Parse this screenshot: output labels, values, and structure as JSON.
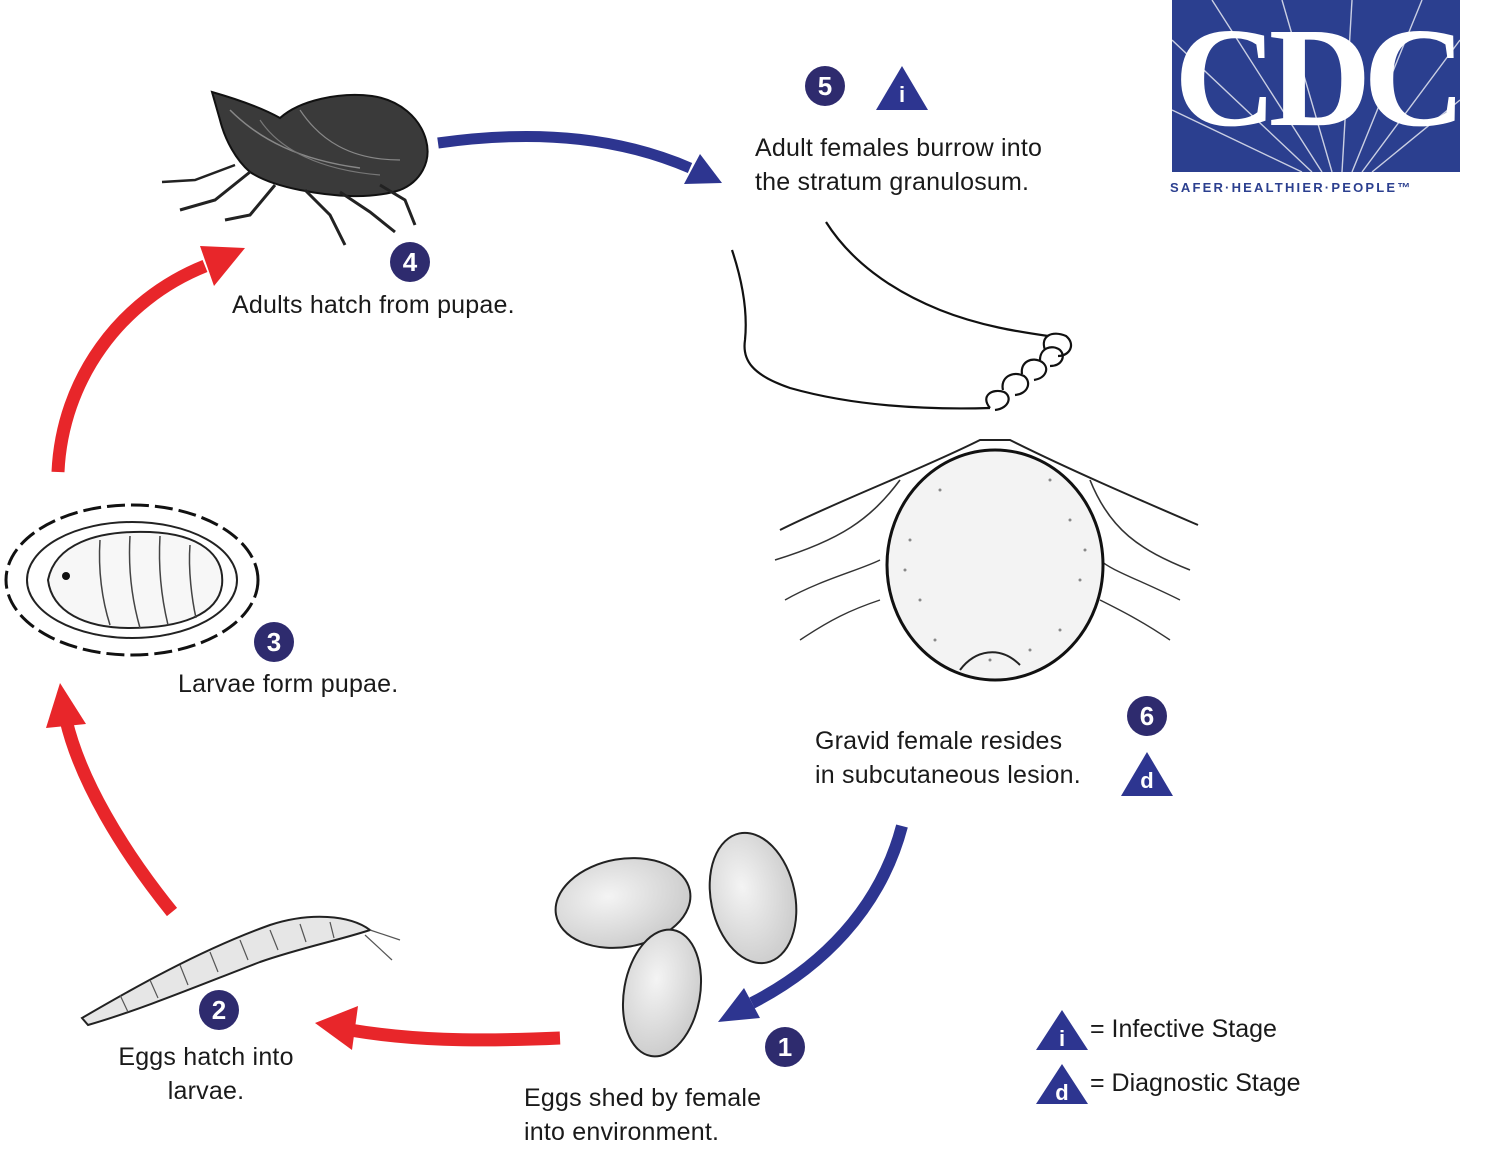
{
  "logo": {
    "text": "CDC",
    "tagline": "SAFER·HEALTHIER·PEOPLE™",
    "color": "#2b3f8f"
  },
  "colors": {
    "badge": "#2e2b6e",
    "host_arrow": "#2d3590",
    "environment_arrow": "#e8262a"
  },
  "stages": [
    {
      "number": "1",
      "lines": [
        "Eggs shed by female",
        "into environment."
      ]
    },
    {
      "number": "2",
      "lines": [
        "Eggs hatch into",
        "larvae."
      ]
    },
    {
      "number": "3",
      "lines": [
        "Larvae form pupae."
      ]
    },
    {
      "number": "4",
      "lines": [
        "Adults hatch from pupae."
      ]
    },
    {
      "number": "5",
      "lines": [
        "Adult females burrow into",
        "the stratum granulosum."
      ],
      "marker": "i"
    },
    {
      "number": "6",
      "lines": [
        "Gravid female resides",
        "in subcutaneous lesion."
      ],
      "marker": "d"
    }
  ],
  "legend": [
    {
      "symbol": "i",
      "text": "= Infective Stage"
    },
    {
      "symbol": "d",
      "text": "= Diagnostic Stage"
    }
  ],
  "illustrations": [
    "flea-icon",
    "foot-icon",
    "lesion-icon",
    "eggs-icon",
    "larva-icon",
    "pupa-icon"
  ]
}
